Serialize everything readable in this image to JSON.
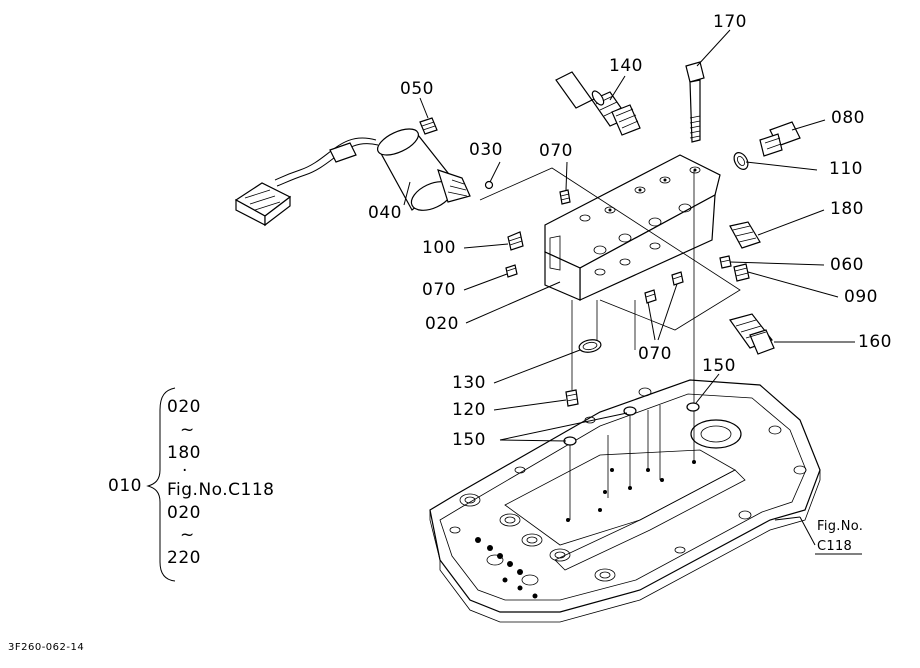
{
  "callouts": {
    "p170": "170",
    "p140": "140",
    "p050": "050",
    "p080": "080",
    "p030": "030",
    "p070a": "070",
    "p110": "110",
    "p040": "040",
    "p180": "180",
    "p100": "100",
    "p060": "060",
    "p070b": "070",
    "p090": "090",
    "p020": "020",
    "p160": "160",
    "p070c": "070",
    "p130": "130",
    "p150a": "150",
    "p120": "120",
    "p150b": "150"
  },
  "assembly": {
    "number": "010",
    "line1": "020",
    "tilde1": "~",
    "line2": "180",
    "dot": "·",
    "line3": "Fig.No.C118",
    "line4": "020",
    "tilde2": "~",
    "line5": "220"
  },
  "fig_ref": {
    "line1": "Fig.No.",
    "line2": "C118"
  },
  "drawing_code": "3F260-062-14"
}
